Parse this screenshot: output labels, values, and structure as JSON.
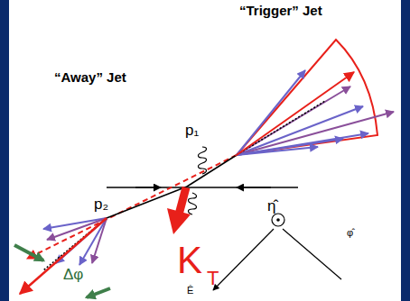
{
  "diagram": {
    "labels": [
      "“Trigger” Jet",
      "“Away” Jet",
      "p₁",
      "p₂",
      "K",
      "T",
      "Δφ",
      "η̂",
      "φ̂",
      "Ê"
    ]
  }
}
